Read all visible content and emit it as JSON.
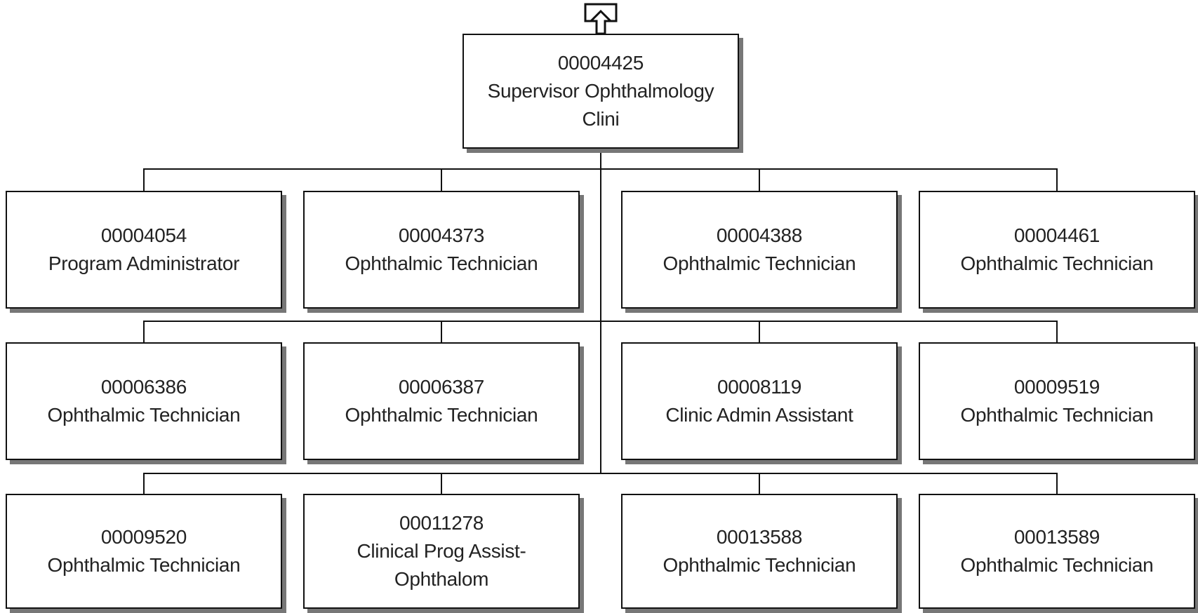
{
  "supervisor": {
    "id": "00004425",
    "title": "Supervisor Ophthalmology Clini"
  },
  "reports": [
    [
      {
        "id": "00004054",
        "title": "Program Administrator"
      },
      {
        "id": "00004373",
        "title": "Ophthalmic Technician"
      },
      {
        "id": "00004388",
        "title": "Ophthalmic Technician"
      },
      {
        "id": "00004461",
        "title": "Ophthalmic Technician"
      }
    ],
    [
      {
        "id": "00006386",
        "title": "Ophthalmic Technician"
      },
      {
        "id": "00006387",
        "title": "Ophthalmic Technician"
      },
      {
        "id": "00008119",
        "title": "Clinic Admin Assistant"
      },
      {
        "id": "00009519",
        "title": "Ophthalmic Technician"
      }
    ],
    [
      {
        "id": "00009520",
        "title": "Ophthalmic Technician"
      },
      {
        "id": "00011278",
        "title": "Clinical Prog Assist-Ophthalom"
      },
      {
        "id": "00013588",
        "title": "Ophthalmic Technician"
      },
      {
        "id": "00013589",
        "title": "Ophthalmic Technician"
      }
    ]
  ],
  "icons": {
    "navigate_up": "up-arrow-icon"
  },
  "colors": {
    "border": "#111111",
    "shadow": "#777777",
    "text": "#222222",
    "background": "#ffffff"
  }
}
